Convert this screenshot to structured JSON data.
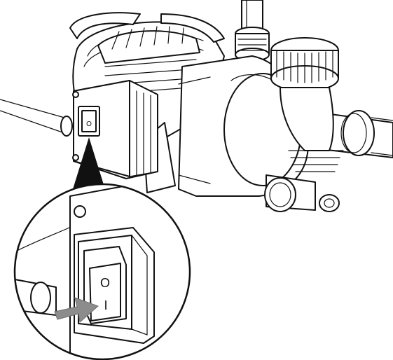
{
  "diagram": {
    "switch_off_symbol": "O",
    "switch_on_symbol": "I",
    "small_switch_symbol": "O"
  },
  "colors": {
    "line": "#111111",
    "fill": "#ffffff",
    "arrow": "#8c8c8c",
    "switch_shade": "#bdbdbd"
  },
  "icons": {
    "pointer": "arrow-right-icon",
    "callout": "magnifier-callout"
  }
}
